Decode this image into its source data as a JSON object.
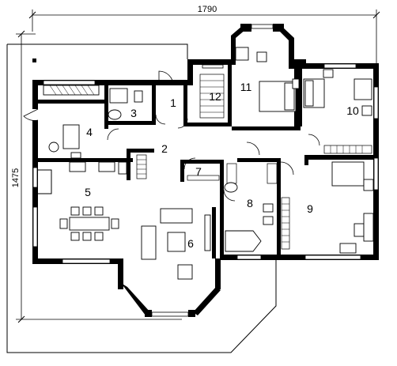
{
  "dimensions": {
    "width": "1790",
    "height": "1475"
  },
  "rooms": [
    {
      "number": "1"
    },
    {
      "number": "2"
    },
    {
      "number": "3"
    },
    {
      "number": "4"
    },
    {
      "number": "5"
    },
    {
      "number": "6"
    },
    {
      "number": "7"
    },
    {
      "number": "8"
    },
    {
      "number": "9"
    },
    {
      "number": "10"
    },
    {
      "number": "11"
    },
    {
      "number": "12"
    }
  ]
}
